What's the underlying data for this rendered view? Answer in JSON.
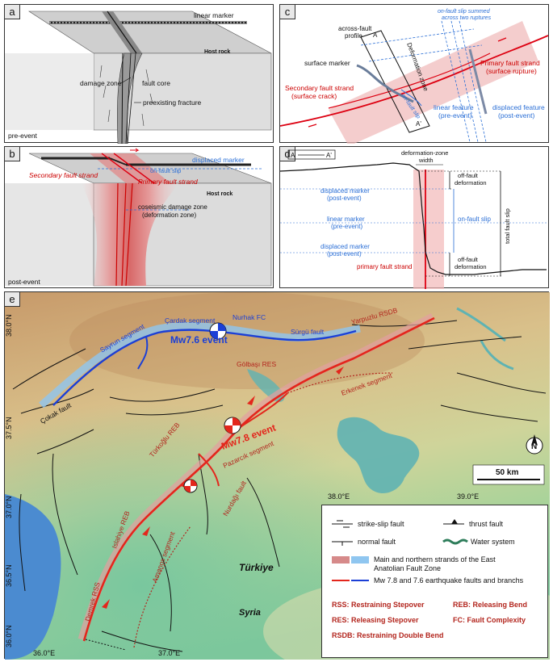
{
  "panel_a": {
    "label": "a",
    "linear_marker": "linear marker",
    "host_rock": "Host rock",
    "damage_zone": "damage zone",
    "fault_core": "fault core",
    "preexisting_fracture": "preexisting fracture",
    "caption": "pre-event"
  },
  "panel_b": {
    "label": "b",
    "displaced_marker": "displaced marker",
    "on_fault_slip": "on-fault slip",
    "secondary_strand": "Secondary fault strand",
    "primary_strand": "Primary fault strand",
    "host_rock": "Host rock",
    "coseismic_1": "coseismic damage zone",
    "coseismic_2": "(deformation zone)",
    "caption": "post-event"
  },
  "panel_c": {
    "label": "c",
    "on_fault_slip_1": "on-fault slip summed",
    "on_fault_slip_2": "across two ruptures",
    "across_1": "across-fault",
    "across_2": "profile",
    "a_start": "A",
    "a_end": "A'",
    "deformation_zone": "Deformation zone",
    "surface_marker": "surface marker",
    "primary_1": "Primary fault strand",
    "primary_2": "(surface rupture)",
    "secondary_1": "Secondary fault strand",
    "secondary_2": "(surface crack)",
    "on_fault_slip": "on-fault slip",
    "linear_feature_1": "linear feature",
    "linear_feature_2": "(pre-event)",
    "displaced_feature_1": "displaced feature",
    "displaced_feature_2": "(post-event)"
  },
  "panel_d": {
    "label": "d",
    "profile_a": "A",
    "profile_a2": "A'",
    "dz_1": "deformation-zone",
    "dz_2": "width",
    "off_fault_1": "off-fault",
    "off_fault_2": "deformation",
    "displaced_top_1": "displaced marker",
    "displaced_top_2": "(post-event)",
    "linear_1": "linear marker",
    "linear_2": "(pre-event)",
    "on_fault_slip": "on-fault slip",
    "total_fault_slip": "total fault slip",
    "displaced_bot_1": "displaced marker",
    "displaced_bot_2": "(post-event)",
    "off_fault_b1": "off-fault",
    "off_fault_b2": "deformation",
    "primary_strand": "primary fault strand"
  },
  "panel_e": {
    "label": "e",
    "lat_labels": [
      "38.0°N",
      "37.5°N",
      "37.0°N",
      "36.5°N",
      "36.0°N"
    ],
    "lon_labels": [
      "36.0°E",
      "37.0°E",
      "38.0°E",
      "39.0°E"
    ],
    "segments": {
      "saroglu": "Sayrun segment",
      "cardak": "Çardak segment",
      "nurhak": "Nurhak FC",
      "surgu": "Sürgü fault",
      "yarpuzlu": "Yarpuzlu RSDB",
      "golbasi": "Gölbaşı RES",
      "erkenek": "Erkenek segment",
      "cokak": "Çokak fault",
      "turkoglu": "Türkoğlu REB",
      "pazarcik": "Pazarcık segment",
      "islahiye": "Islahiye REB",
      "nurdagi": "Nurdağı fault",
      "amanos": "Amanos segment",
      "demrek": "Demrek RSS"
    },
    "event_76": "Mw7.6 event",
    "event_78": "Mw7.8 event",
    "scale": "50 km",
    "north": "N",
    "country_1": "Türkiye",
    "country_2": "Syria",
    "legend": {
      "strike_slip": "strike-slip fault",
      "thrust": "thrust fault",
      "normal": "normal fault",
      "water": "Water system",
      "strands_1": "Main and northern strands of the East",
      "strands_2": "Anatolian Fault Zone",
      "mw_faults": "Mw 7.8 and 7.6 earthquake faults and branchs",
      "rss": "RSS:  Restraining Stepover",
      "reb": "REB:  Releasing Bend",
      "res": "RES:  Releasing Stepover",
      "fc": "FC:  Fault Complexity",
      "rsdb": "RSDB:   Restraining Double Bend"
    },
    "colors": {
      "red_fault": "#e3261c",
      "blue_fault": "#1b3fd6",
      "water": "#5fb3b3",
      "label_red": "#b3261e"
    }
  }
}
